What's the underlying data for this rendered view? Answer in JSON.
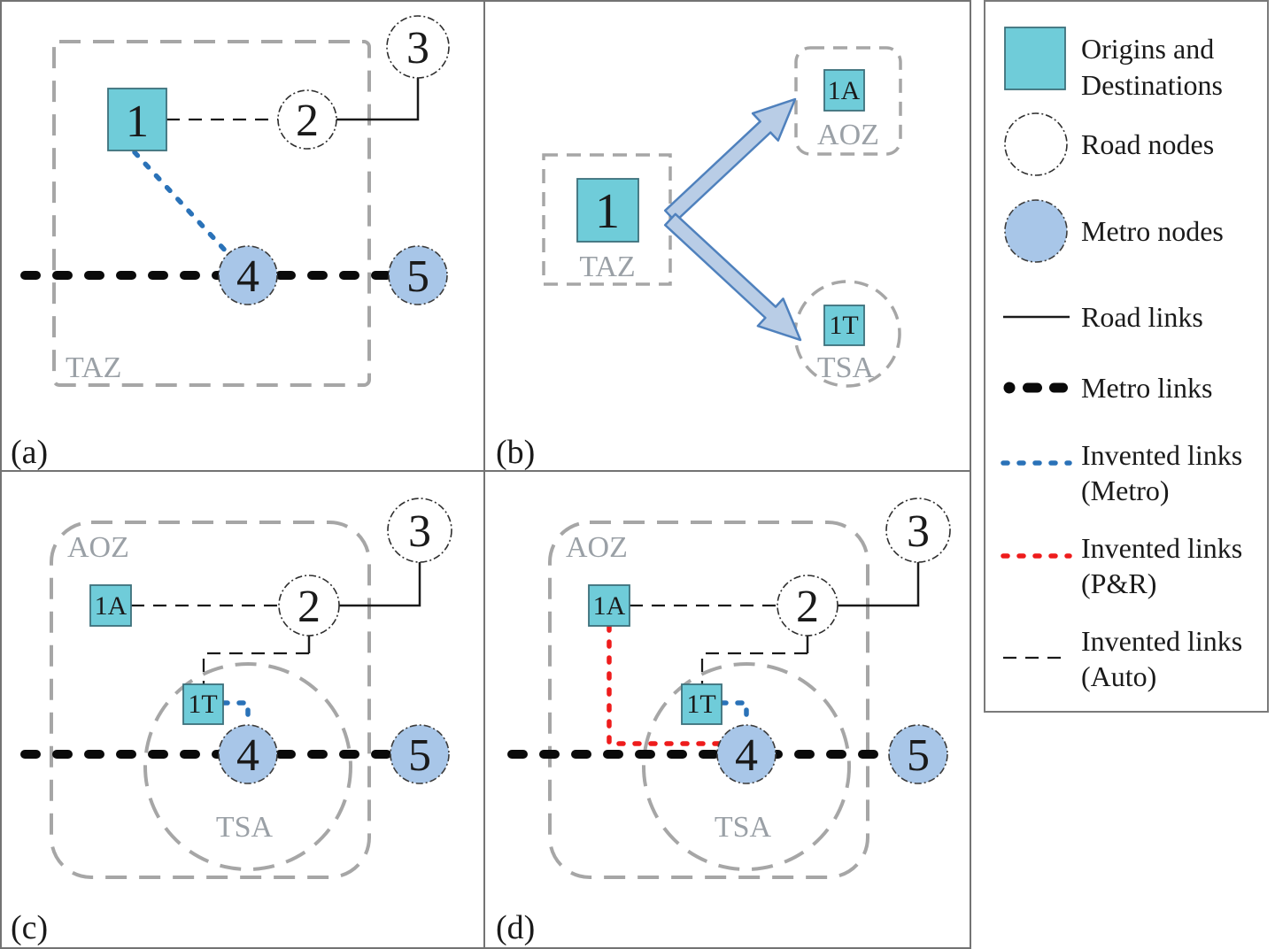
{
  "panels": {
    "a": {
      "label": "(a)",
      "zones": {
        "taz": "TAZ"
      },
      "nodes": {
        "n1": "1",
        "n2": "2",
        "n3": "3",
        "n4": "4",
        "n5": "5"
      }
    },
    "b": {
      "label": "(b)",
      "zones": {
        "taz": "TAZ",
        "aoz": "AOZ",
        "tsa": "TSA"
      },
      "nodes": {
        "n1": "1",
        "n1a": "1A",
        "n1t": "1T"
      }
    },
    "c": {
      "label": "(c)",
      "zones": {
        "aoz": "AOZ",
        "tsa": "TSA"
      },
      "nodes": {
        "n1a": "1A",
        "n2": "2",
        "n3": "3",
        "n4": "4",
        "n5": "5",
        "n1t": "1T"
      }
    },
    "d": {
      "label": "(d)",
      "zones": {
        "aoz": "AOZ",
        "tsa": "TSA"
      },
      "nodes": {
        "n1a": "1A",
        "n2": "2",
        "n3": "3",
        "n4": "4",
        "n5": "5",
        "n1t": "1T"
      }
    }
  },
  "legend": {
    "items": [
      {
        "name": "origins-destinations",
        "lines": [
          "Origins and",
          "Destinations"
        ]
      },
      {
        "name": "road-nodes",
        "lines": [
          "Road nodes",
          ""
        ]
      },
      {
        "name": "metro-nodes",
        "lines": [
          "Metro nodes",
          ""
        ]
      },
      {
        "name": "road-links",
        "lines": [
          "Road links",
          ""
        ]
      },
      {
        "name": "metro-links",
        "lines": [
          "Metro links",
          ""
        ]
      },
      {
        "name": "invented-links-metro",
        "lines": [
          "Invented links",
          "(Metro)"
        ]
      },
      {
        "name": "invented-links-pr",
        "lines": [
          "Invented links",
          "(P&R)"
        ]
      },
      {
        "name": "invented-links-auto",
        "lines": [
          "Invented links",
          "(Auto)"
        ]
      }
    ]
  },
  "colors": {
    "od_fill": "#6fccd9",
    "od_stroke": "#3d707b",
    "metro_node_fill": "#a8c6e8",
    "road_node_fill": "#ffffff",
    "road_link": "#1a1a1a",
    "metro_link": "#0a0a0a",
    "invented_metro": "#2a72b8",
    "invented_pr": "#ee1c1c",
    "invented_auto": "#1a1a1a",
    "zone_dash": "#a6a6a6",
    "zone_text": "#9aa0a6",
    "arrow_fill": "#b9cde6",
    "arrow_stroke": "#4f81bd",
    "panel_border": "#737373"
  }
}
